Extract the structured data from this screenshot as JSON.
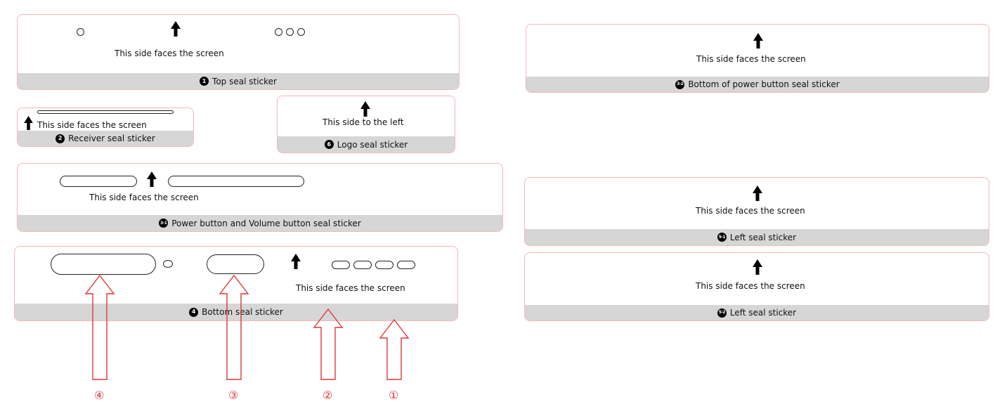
{
  "stickers": {
    "top": {
      "text": "This side faces the screen",
      "marker": "1",
      "label": "Top seal sticker"
    },
    "receiver": {
      "text": "This side faces the screen",
      "marker": "2",
      "label": "Receiver seal sticker"
    },
    "logo": {
      "text": "This side to the left",
      "marker": "6",
      "label": "Logo seal sticker"
    },
    "power_volume": {
      "text": "This side faces the screen",
      "marker": "3-1",
      "label": "Power button and Volume button seal sticker"
    },
    "bottom": {
      "text": "This side faces the screen",
      "marker": "4",
      "label": "Bottom seal sticker"
    },
    "bottom_power": {
      "text": "This side faces the screen",
      "marker": "3-2",
      "label": "Bottom of power button seal sticker"
    },
    "left_1": {
      "text": "This side faces the screen",
      "marker": "5-1",
      "label": "Left seal sticker"
    },
    "left_2": {
      "text": "This side faces the screen",
      "marker": "5-2",
      "label": "Left seal sticker"
    }
  },
  "callouts": [
    "④",
    "③",
    "②",
    "①"
  ],
  "colors": {
    "callout": "#e23636",
    "band": "#d6d6d6",
    "border": "#f2b8b8"
  },
  "icons": {
    "orientation": "up-arrow-icon",
    "hole": "ring-icon",
    "slot": "slot-outline-icon"
  }
}
